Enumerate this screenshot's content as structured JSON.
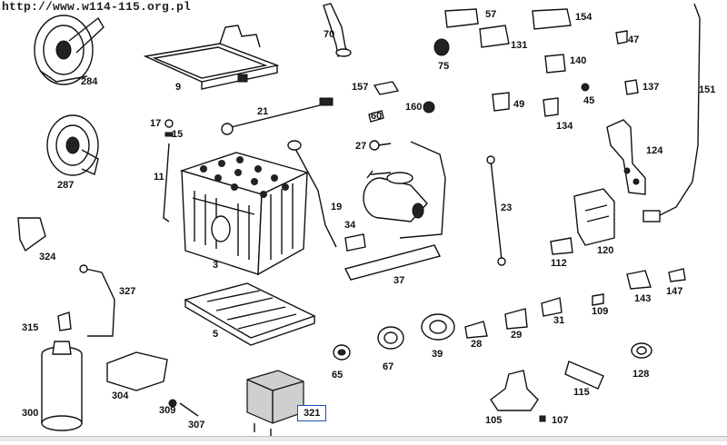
{
  "watermark": "http://www.w114-115.org.pl",
  "selected_part": "321",
  "highlight_color": "#1f4fbf",
  "parts": [
    {
      "id": "p284",
      "label": "284"
    },
    {
      "id": "p9",
      "label": "9"
    },
    {
      "id": "p70",
      "label": "70"
    },
    {
      "id": "p57",
      "label": "57"
    },
    {
      "id": "p131",
      "label": "131"
    },
    {
      "id": "p154",
      "label": "154"
    },
    {
      "id": "p47",
      "label": "47"
    },
    {
      "id": "p75",
      "label": "75"
    },
    {
      "id": "p140",
      "label": "140"
    },
    {
      "id": "p151",
      "label": "151"
    },
    {
      "id": "p45",
      "label": "45"
    },
    {
      "id": "p137",
      "label": "137"
    },
    {
      "id": "p157",
      "label": "157"
    },
    {
      "id": "p21",
      "label": "21"
    },
    {
      "id": "p160",
      "label": "160"
    },
    {
      "id": "p49",
      "label": "49"
    },
    {
      "id": "p134",
      "label": "134"
    },
    {
      "id": "p17",
      "label": "17"
    },
    {
      "id": "p15",
      "label": "15"
    },
    {
      "id": "p60",
      "label": "60"
    },
    {
      "id": "p287",
      "label": "287"
    },
    {
      "id": "p27",
      "label": "27"
    },
    {
      "id": "p124",
      "label": "124"
    },
    {
      "id": "p11",
      "label": "11"
    },
    {
      "id": "p19",
      "label": "19"
    },
    {
      "id": "p23",
      "label": "23"
    },
    {
      "id": "p34",
      "label": "34"
    },
    {
      "id": "p120",
      "label": "120"
    },
    {
      "id": "p324",
      "label": "324"
    },
    {
      "id": "p3",
      "label": "3"
    },
    {
      "id": "p112",
      "label": "112"
    },
    {
      "id": "p37",
      "label": "37"
    },
    {
      "id": "p327",
      "label": "327"
    },
    {
      "id": "p143",
      "label": "143"
    },
    {
      "id": "p147",
      "label": "147"
    },
    {
      "id": "p109",
      "label": "109"
    },
    {
      "id": "p31",
      "label": "31"
    },
    {
      "id": "p315",
      "label": "315"
    },
    {
      "id": "p5",
      "label": "5"
    },
    {
      "id": "p28",
      "label": "28"
    },
    {
      "id": "p29",
      "label": "29"
    },
    {
      "id": "p39",
      "label": "39"
    },
    {
      "id": "p65",
      "label": "65"
    },
    {
      "id": "p67",
      "label": "67"
    },
    {
      "id": "p128",
      "label": "128"
    },
    {
      "id": "p304",
      "label": "304"
    },
    {
      "id": "p115",
      "label": "115"
    },
    {
      "id": "p300",
      "label": "300"
    },
    {
      "id": "p309",
      "label": "309"
    },
    {
      "id": "p307",
      "label": "307"
    },
    {
      "id": "p321",
      "label": "321"
    },
    {
      "id": "p105",
      "label": "105"
    },
    {
      "id": "p107",
      "label": "107"
    }
  ]
}
